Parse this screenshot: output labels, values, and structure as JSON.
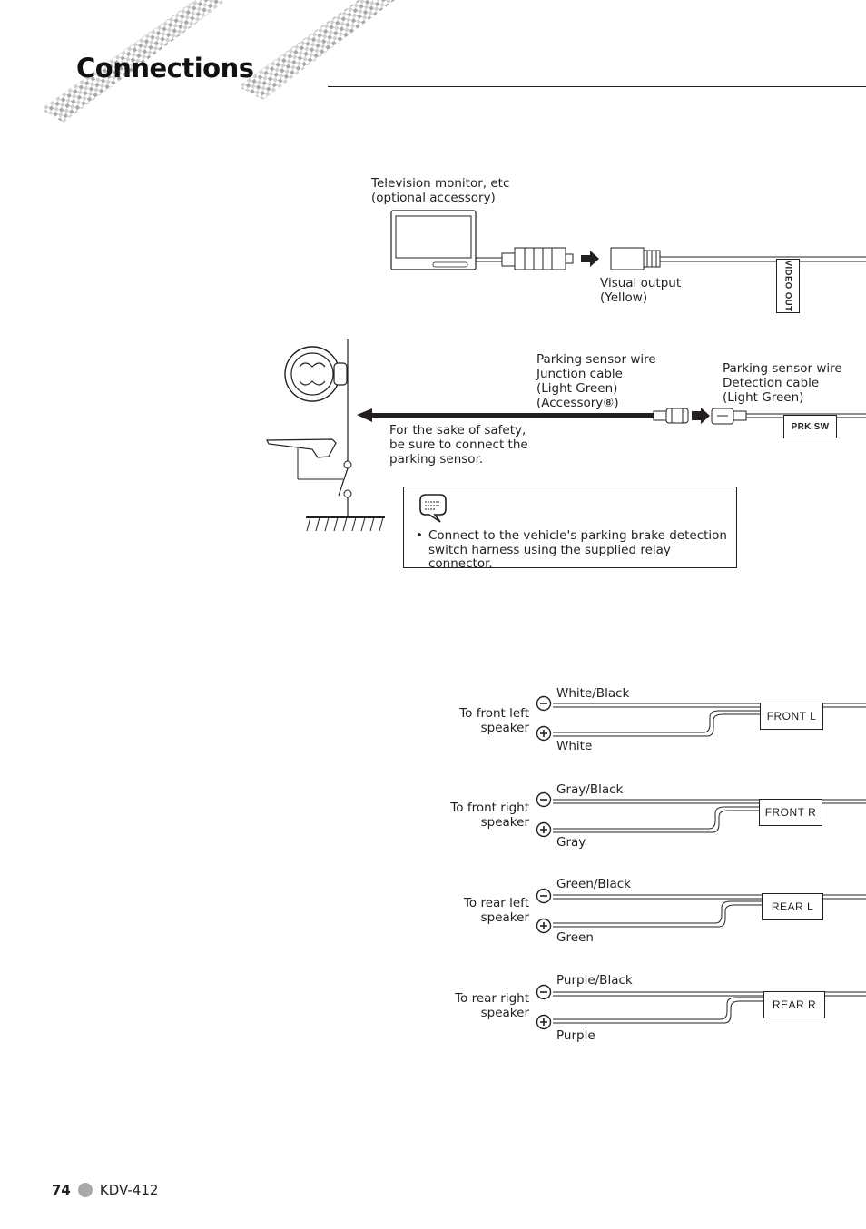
{
  "page": {
    "title": "Connections"
  },
  "video": {
    "monitor_label": "Television monitor, etc\n(optional accessory)",
    "output_label": "Visual output\n(Yellow)",
    "tag": "VIDEO OUT"
  },
  "parking": {
    "junction_label": "Parking sensor wire\nJunction cable\n(Light Green)\n(Accessory⑧)",
    "detection_label": "Parking sensor wire\nDetection cable\n(Light Green)",
    "safety_note": "For the sake of safety,\nbe sure to connect the\nparking sensor.",
    "tag": "PRK SW"
  },
  "note": {
    "bullet": "•",
    "text": "Connect to the vehicle's parking brake detection\nswitch harness using the supplied relay connector."
  },
  "speakers": [
    {
      "label": "To front left\nspeaker",
      "neg_wire": "White/Black",
      "pos_wire": "White",
      "tag": "FRONT  L"
    },
    {
      "label": "To front right\nspeaker",
      "neg_wire": "Gray/Black",
      "pos_wire": "Gray",
      "tag": "FRONT  R"
    },
    {
      "label": "To rear left\nspeaker",
      "neg_wire": "Green/Black",
      "pos_wire": "Green",
      "tag": "REAR  L"
    },
    {
      "label": "To rear right\nspeaker",
      "neg_wire": "Purple/Black",
      "pos_wire": "Purple",
      "tag": "REAR  R"
    }
  ],
  "footer": {
    "page_number": "74",
    "model": "KDV-412"
  }
}
